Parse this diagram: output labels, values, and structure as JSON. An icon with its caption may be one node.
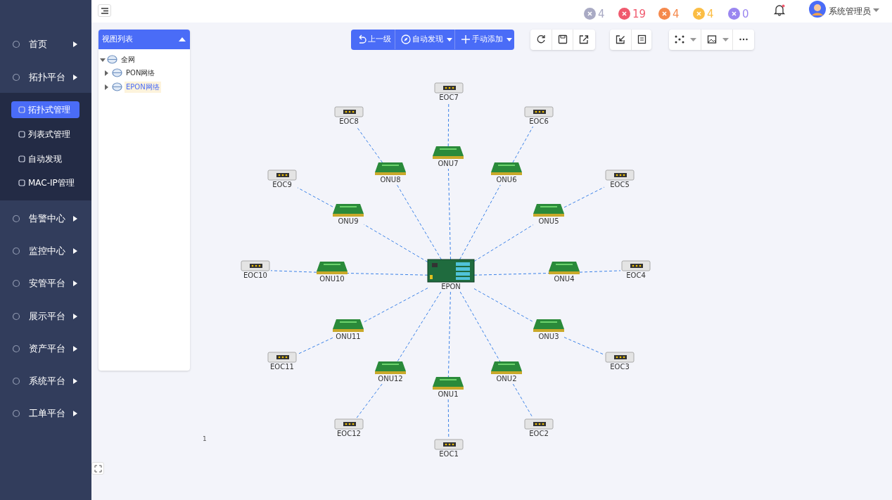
{
  "diagram": {
    "nodes": [
      {
        "text": [
          "EPON"
        ]
      },
      {
        "text": [
          "ONU1"
        ]
      },
      {
        "text": [
          "ONU2"
        ]
      },
      {
        "text": [
          "ONU3"
        ]
      },
      {
        "text": [
          "ONU4"
        ]
      },
      {
        "text": [
          "ONU5"
        ]
      },
      {
        "text": [
          "ONU6"
        ]
      },
      {
        "text": [
          "ONU7"
        ]
      },
      {
        "text": [
          "ONU8"
        ]
      },
      {
        "text": [
          "ONU9"
        ]
      },
      {
        "text": [
          "ONU10"
        ]
      },
      {
        "text": [
          "ONU11"
        ]
      },
      {
        "text": [
          "ONU12"
        ]
      },
      {
        "text": [
          "EOC1"
        ]
      },
      {
        "text": [
          "EOC2"
        ]
      },
      {
        "text": [
          "EOC3"
        ]
      },
      {
        "text": [
          "EOC4"
        ]
      },
      {
        "text": [
          "EOC5"
        ]
      },
      {
        "text": [
          "EOC6"
        ]
      },
      {
        "text": [
          "EOC7"
        ]
      },
      {
        "text": [
          "EOC8"
        ]
      },
      {
        "text": [
          "EOC9"
        ]
      },
      {
        "text": [
          "EOC10"
        ]
      },
      {
        "text": [
          "EOC11"
        ]
      },
      {
        "text": [
          "EOC12"
        ]
      }
    ],
    "edges": [
      {
        "from": 0,
        "to": 1,
        "arrow": "none",
        "style": "dashed"
      },
      {
        "from": 0,
        "to": 2,
        "arrow": "none",
        "style": "dashed"
      },
      {
        "from": 0,
        "to": 3,
        "arrow": "none",
        "style": "dashed"
      },
      {
        "from": 0,
        "to": 4,
        "arrow": "none",
        "style": "dashed"
      },
      {
        "from": 0,
        "to": 5,
        "arrow": "none",
        "style": "dashed"
      },
      {
        "from": 0,
        "to": 6,
        "arrow": "none",
        "style": "dashed"
      },
      {
        "from": 0,
        "to": 7,
        "arrow": "none",
        "style": "dashed"
      },
      {
        "from": 0,
        "to": 8,
        "arrow": "none",
        "style": "dashed"
      },
      {
        "from": 0,
        "to": 9,
        "arrow": "none",
        "style": "dashed"
      },
      {
        "from": 0,
        "to": 10,
        "arrow": "none",
        "style": "dashed"
      },
      {
        "from": 0,
        "to": 11,
        "arrow": "none",
        "style": "dashed"
      },
      {
        "from": 0,
        "to": 12,
        "arrow": "none",
        "style": "dashed"
      },
      {
        "from": 1,
        "to": 13,
        "arrow": "none",
        "style": "dashed"
      },
      {
        "from": 2,
        "to": 14,
        "arrow": "none",
        "style": "dashed"
      },
      {
        "from": 3,
        "to": 15,
        "arrow": "none",
        "style": "dashed"
      },
      {
        "from": 4,
        "to": 16,
        "arrow": "none",
        "style": "dashed"
      },
      {
        "from": 5,
        "to": 17,
        "arrow": "none",
        "style": "dashed"
      },
      {
        "from": 6,
        "to": 18,
        "arrow": "none",
        "style": "dashed"
      },
      {
        "from": 7,
        "to": 19,
        "arrow": "none",
        "style": "dashed"
      },
      {
        "from": 8,
        "to": 20,
        "arrow": "none",
        "style": "dashed"
      },
      {
        "from": 9,
        "to": 21,
        "arrow": "none",
        "style": "dashed"
      },
      {
        "from": 10,
        "to": 22,
        "arrow": "none",
        "style": "dashed"
      },
      {
        "from": 11,
        "to": 23,
        "arrow": "none",
        "style": "dashed"
      },
      {
        "from": 12,
        "to": 24,
        "arrow": "none",
        "style": "dashed"
      }
    ],
    "labels": [
      "首页",
      "拓扑平台",
      "拓扑式管理",
      "列表式管理",
      "自动发现",
      "MAC-IP管理",
      "告警中心",
      "监控中心",
      "安管平台",
      "展示平台",
      "资产平台",
      "系统平台",
      "工单平台",
      "4",
      "19",
      "4",
      "4",
      "0",
      "系统管理员",
      "视图列表",
      "全网",
      "PON网络",
      "EPON网络",
      "上一级",
      "自动发现",
      "手动添加",
      "1"
    ]
  }
}
